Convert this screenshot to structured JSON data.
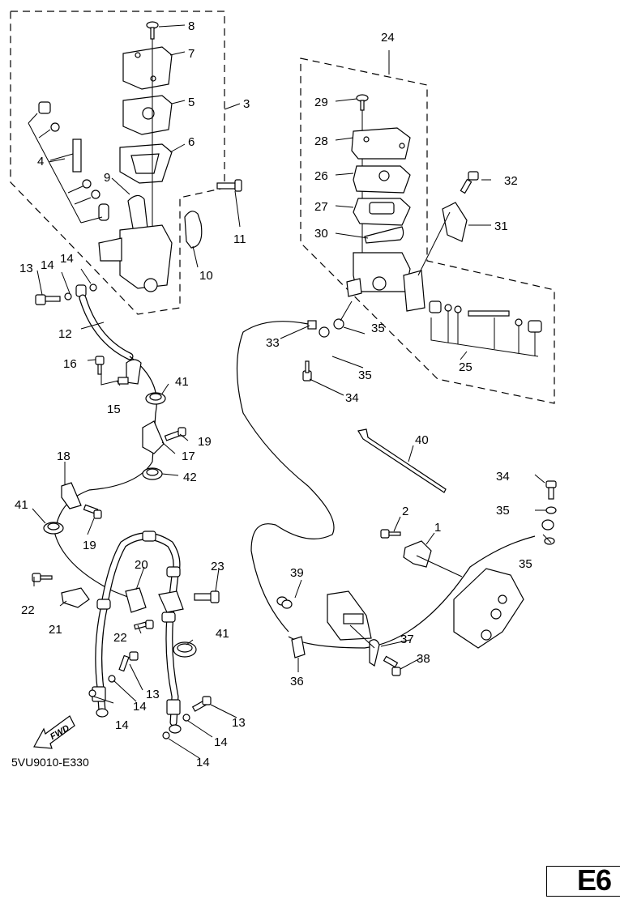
{
  "diagram": {
    "title": "Front master cylinder and brake hoses exploded view",
    "diagram_code": "5VU9010-E330",
    "page_label": "E6",
    "fwd_label": "FWD",
    "callouts": [
      {
        "id": "c8",
        "text": "8"
      },
      {
        "id": "c7",
        "text": "7"
      },
      {
        "id": "c5",
        "text": "5"
      },
      {
        "id": "c3",
        "text": "3"
      },
      {
        "id": "c6",
        "text": "6"
      },
      {
        "id": "c4",
        "text": "4"
      },
      {
        "id": "c9",
        "text": "9"
      },
      {
        "id": "c11",
        "text": "11"
      },
      {
        "id": "c10",
        "text": "10"
      },
      {
        "id": "c13a",
        "text": "13"
      },
      {
        "id": "c14a",
        "text": "14"
      },
      {
        "id": "c14b",
        "text": "14"
      },
      {
        "id": "c12",
        "text": "12"
      },
      {
        "id": "c16",
        "text": "16"
      },
      {
        "id": "c15",
        "text": "15"
      },
      {
        "id": "c41a",
        "text": "41"
      },
      {
        "id": "c19a",
        "text": "19"
      },
      {
        "id": "c17",
        "text": "17"
      },
      {
        "id": "c42",
        "text": "42"
      },
      {
        "id": "c18",
        "text": "18"
      },
      {
        "id": "c41b",
        "text": "41"
      },
      {
        "id": "c19b",
        "text": "19"
      },
      {
        "id": "c20",
        "text": "20"
      },
      {
        "id": "c23",
        "text": "23"
      },
      {
        "id": "c22a",
        "text": "22"
      },
      {
        "id": "c21",
        "text": "21"
      },
      {
        "id": "c22b",
        "text": "22"
      },
      {
        "id": "c41c",
        "text": "41"
      },
      {
        "id": "c13b",
        "text": "13"
      },
      {
        "id": "c14c",
        "text": "14"
      },
      {
        "id": "c14d",
        "text": "14"
      },
      {
        "id": "c13c",
        "text": "13"
      },
      {
        "id": "c14e",
        "text": "14"
      },
      {
        "id": "c14f",
        "text": "14"
      },
      {
        "id": "c24",
        "text": "24"
      },
      {
        "id": "c29",
        "text": "29"
      },
      {
        "id": "c28",
        "text": "28"
      },
      {
        "id": "c26",
        "text": "26"
      },
      {
        "id": "c27",
        "text": "27"
      },
      {
        "id": "c30",
        "text": "30"
      },
      {
        "id": "c32",
        "text": "32"
      },
      {
        "id": "c31",
        "text": "31"
      },
      {
        "id": "c35a",
        "text": "35"
      },
      {
        "id": "c33",
        "text": "33"
      },
      {
        "id": "c35b",
        "text": "35"
      },
      {
        "id": "c34a",
        "text": "34"
      },
      {
        "id": "c25",
        "text": "25"
      },
      {
        "id": "c40",
        "text": "40"
      },
      {
        "id": "c34b",
        "text": "34"
      },
      {
        "id": "c35c",
        "text": "35"
      },
      {
        "id": "c35d",
        "text": "35"
      },
      {
        "id": "c2",
        "text": "2"
      },
      {
        "id": "c1",
        "text": "1"
      },
      {
        "id": "c39",
        "text": "39"
      },
      {
        "id": "c37",
        "text": "37"
      },
      {
        "id": "c38",
        "text": "38"
      },
      {
        "id": "c36",
        "text": "36"
      }
    ]
  }
}
